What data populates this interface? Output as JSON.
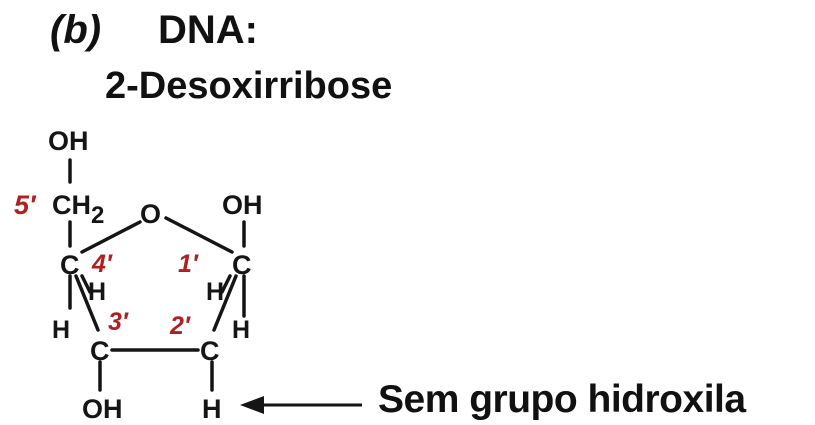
{
  "header": {
    "part_label": "(b)",
    "molecule": "DNA:",
    "sugar_name": "2-Desoxirribose"
  },
  "structure": {
    "atoms": {
      "oh_5": "OH",
      "ch2": "CH",
      "ch2_sub": "2",
      "ring_o": "O",
      "oh_1": "OH",
      "c4": "C",
      "c1": "C",
      "h4": "H",
      "h1": "H",
      "h3_left": "H",
      "h2_right": "H",
      "c3": "C",
      "c2": "C",
      "oh_3": "OH",
      "h2_bottom": "H"
    },
    "numbers": {
      "n5": "5′",
      "n4": "4′",
      "n1": "1′",
      "n3": "3′",
      "n2": "2′"
    },
    "colors": {
      "atom": "#151515",
      "carbon_number": "#b02020"
    }
  },
  "annotation": {
    "text": "Sem grupo hidroxila",
    "arrow_icon": "left-arrow"
  }
}
